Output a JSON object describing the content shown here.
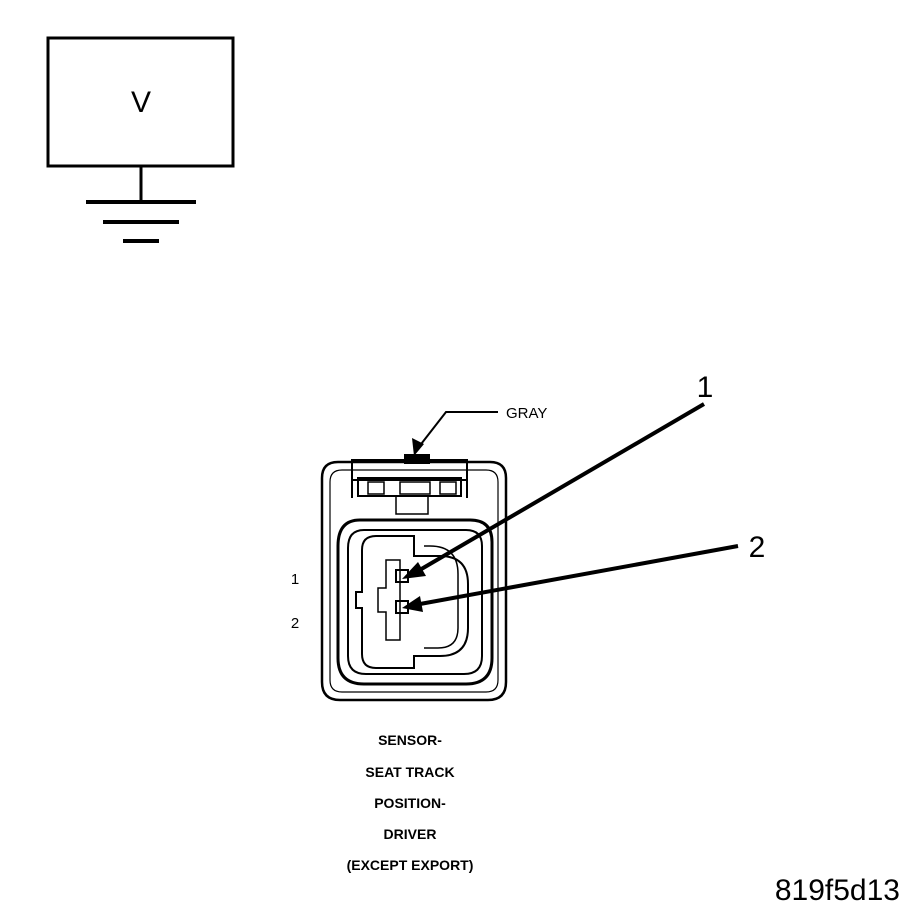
{
  "voltmeter": {
    "label": "V"
  },
  "connector": {
    "color_label": "GRAY",
    "pin_labels": [
      "1",
      "2"
    ],
    "callouts": [
      "1",
      "2"
    ],
    "caption_lines": [
      "SENSOR-",
      "SEAT TRACK",
      "POSITION-",
      "DRIVER",
      "(EXCEPT EXPORT)"
    ]
  },
  "figure_id": "819f5d13"
}
